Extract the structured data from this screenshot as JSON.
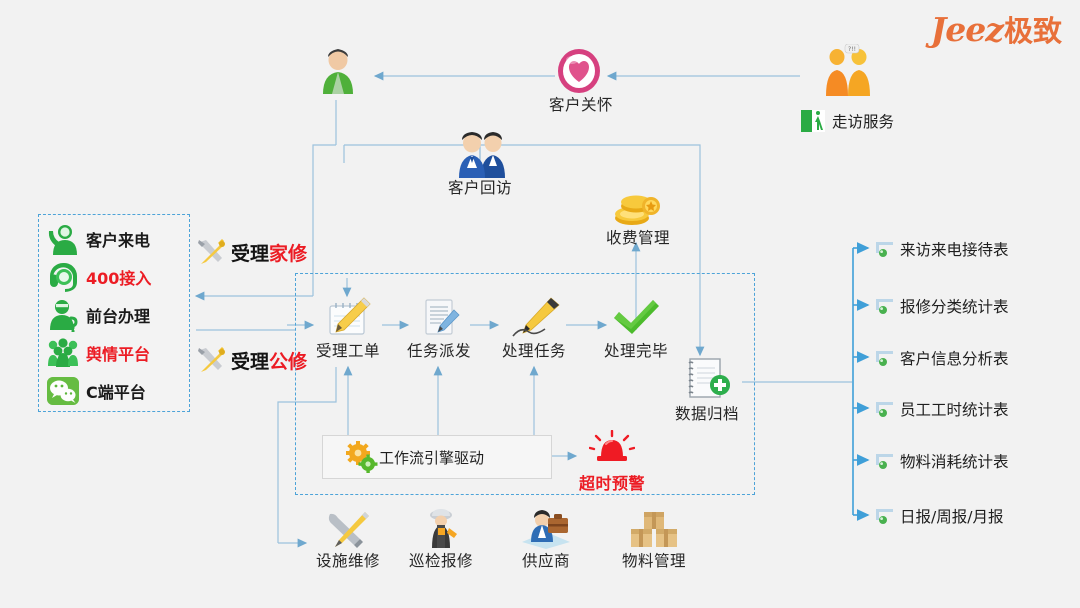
{
  "brand": {
    "latin": "Jeez",
    "cn": "极致"
  },
  "channel_panel": {
    "items": [
      {
        "label": "客户来电",
        "color": "dark",
        "icon": "phone-agent-icon"
      },
      {
        "label": "400接入",
        "color": "red",
        "icon": "headset-icon"
      },
      {
        "label": "前台办理",
        "color": "dark",
        "icon": "reception-person-icon"
      },
      {
        "label": "舆情平台",
        "color": "red",
        "icon": "crowd-icon"
      },
      {
        "label": "C端平台",
        "color": "dark",
        "icon": "wechat-icon"
      }
    ]
  },
  "accept": [
    {
      "prefix": "受理",
      "suffix": "家修",
      "icon": "tools-icon"
    },
    {
      "prefix": "受理",
      "suffix": "公修",
      "icon": "tools-icon"
    }
  ],
  "workflow": {
    "steps": [
      {
        "label": "受理工单",
        "icon": "notepad-pencil-icon"
      },
      {
        "label": "任务派发",
        "icon": "document-pen-icon"
      },
      {
        "label": "处理任务",
        "icon": "fountain-pen-icon"
      },
      {
        "label": "处理完毕",
        "icon": "green-check-icon"
      }
    ],
    "archive": {
      "label": "数据归档",
      "icon": "notebook-plus-icon"
    },
    "engine": {
      "label": "工作流引擎驱动",
      "icon": "gears-icon"
    },
    "alarm": {
      "label": "超时预警",
      "icon": "siren-icon"
    }
  },
  "top_flow": {
    "staff": {
      "label": "",
      "icon": "staff-person-icon"
    },
    "care": {
      "label": "客户关怀",
      "icon": "heart-icon"
    },
    "visit_service": {
      "label": "走访服务",
      "icon": "door-walk-icon"
    },
    "revisit": {
      "label": "客户回访",
      "icon": "two-agents-icon"
    },
    "fee": {
      "label": "收费管理",
      "icon": "coins-icon"
    }
  },
  "bottom_row": [
    {
      "label": "设施维修",
      "icon": "wrench-screwdriver-icon"
    },
    {
      "label": "巡检报修",
      "icon": "inspector-icon"
    },
    {
      "label": "供应商",
      "icon": "briefcase-person-icon"
    },
    {
      "label": "物料管理",
      "icon": "boxes-icon"
    }
  ],
  "reports": [
    {
      "label": "来访来电接待表",
      "icon": "report-sheet-icon"
    },
    {
      "label": "报修分类统计表",
      "icon": "report-sheet-icon"
    },
    {
      "label": "客户信息分析表",
      "icon": "report-sheet-icon"
    },
    {
      "label": "员工工时统计表",
      "icon": "report-sheet-icon"
    },
    {
      "label": "物料消耗统计表",
      "icon": "report-sheet-icon"
    },
    {
      "label": "日报/周报/月报",
      "icon": "report-sheet-icon"
    }
  ],
  "colors": {
    "background": "#f2f2f2",
    "brand_orange": "#e8703a",
    "accent_red": "#ec1c24",
    "connector_blue": "#8fb9d9",
    "tree_blue": "#3f9fd8",
    "dash_blue": "#4da3d8",
    "icon_green": "#2aab44"
  }
}
